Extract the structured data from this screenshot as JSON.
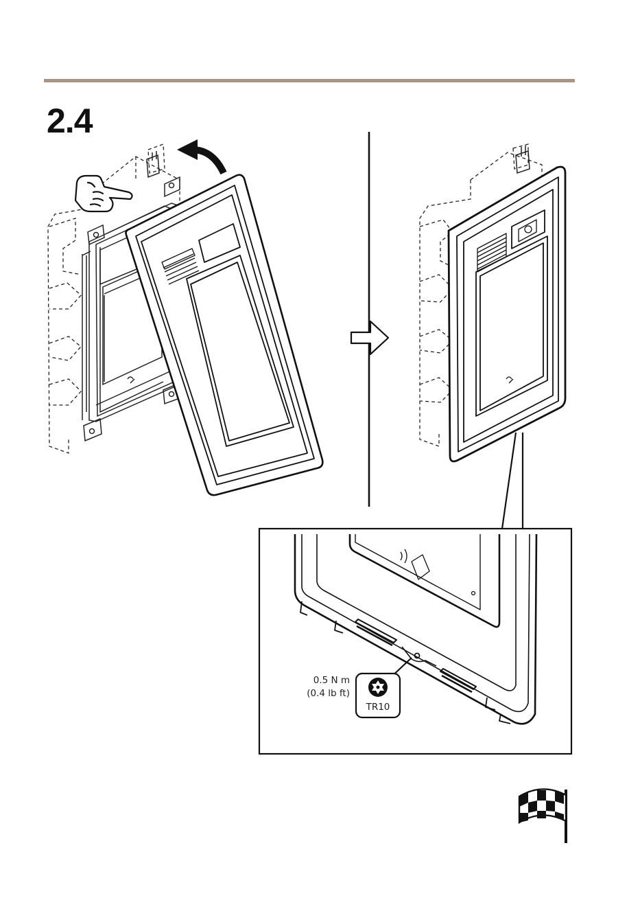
{
  "step": {
    "number": "2.4"
  },
  "detail": {
    "torque_nm": "0.5 N m",
    "torque_lbft": "(0.4 lb ft)",
    "tool": "TR10"
  },
  "icons": {
    "hand": "pointing-hand-icon",
    "rotate": "curved-arrow-icon",
    "next": "outline-arrow-right-icon",
    "tool": "torx-bit-icon",
    "finish": "checkered-flag-icon"
  },
  "colors": {
    "rule": "#a89586",
    "line": "#111111"
  }
}
